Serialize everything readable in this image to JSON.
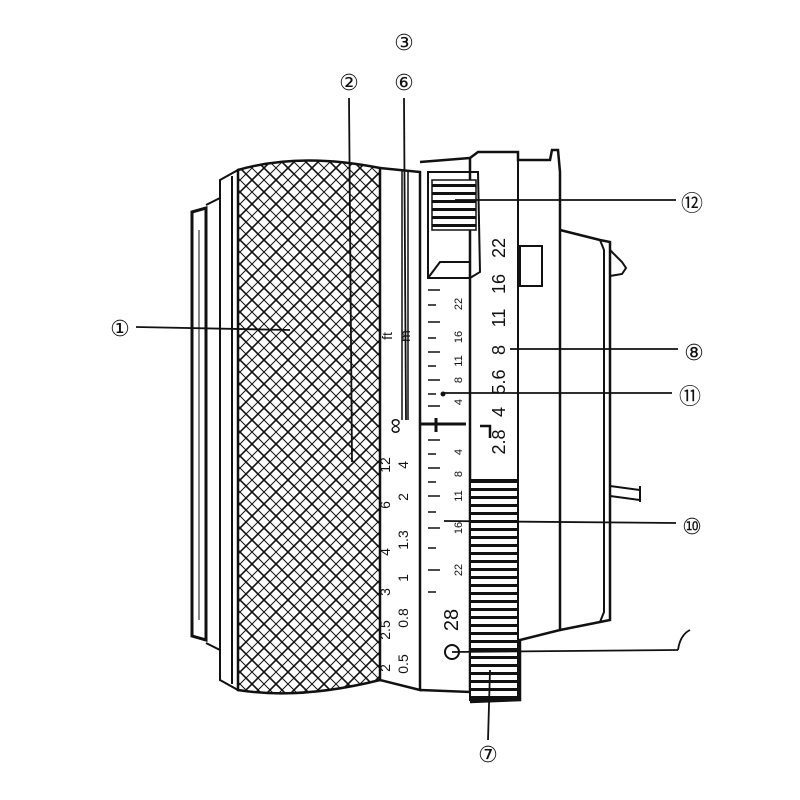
{
  "callouts": [
    {
      "id": "1",
      "glyph": "①"
    },
    {
      "id": "2",
      "glyph": "②"
    },
    {
      "id": "3",
      "glyph": "③"
    },
    {
      "id": "6",
      "glyph": "⑥"
    },
    {
      "id": "7",
      "glyph": "⑦"
    },
    {
      "id": "8",
      "glyph": "⑧"
    },
    {
      "id": "10",
      "glyph": "⑩"
    },
    {
      "id": "11",
      "glyph": "⑪"
    },
    {
      "id": "12",
      "glyph": "⑫"
    }
  ],
  "distance_scale": {
    "unit_ft": "ft",
    "unit_m": "m",
    "infinity": "∞",
    "feet": [
      "12",
      "6",
      "4",
      "3",
      "2.5",
      "2"
    ],
    "meters": [
      "4",
      "2",
      "1.3",
      "1",
      "0.8",
      "0.5"
    ]
  },
  "dof_scale": [
    "22",
    "16",
    "11",
    "8",
    "4",
    "4",
    "8",
    "11",
    "16",
    "22"
  ],
  "aperture_scale": [
    "22",
    "16",
    "11",
    "8",
    "5.6",
    "4",
    "2.8"
  ],
  "focal_length": "28"
}
